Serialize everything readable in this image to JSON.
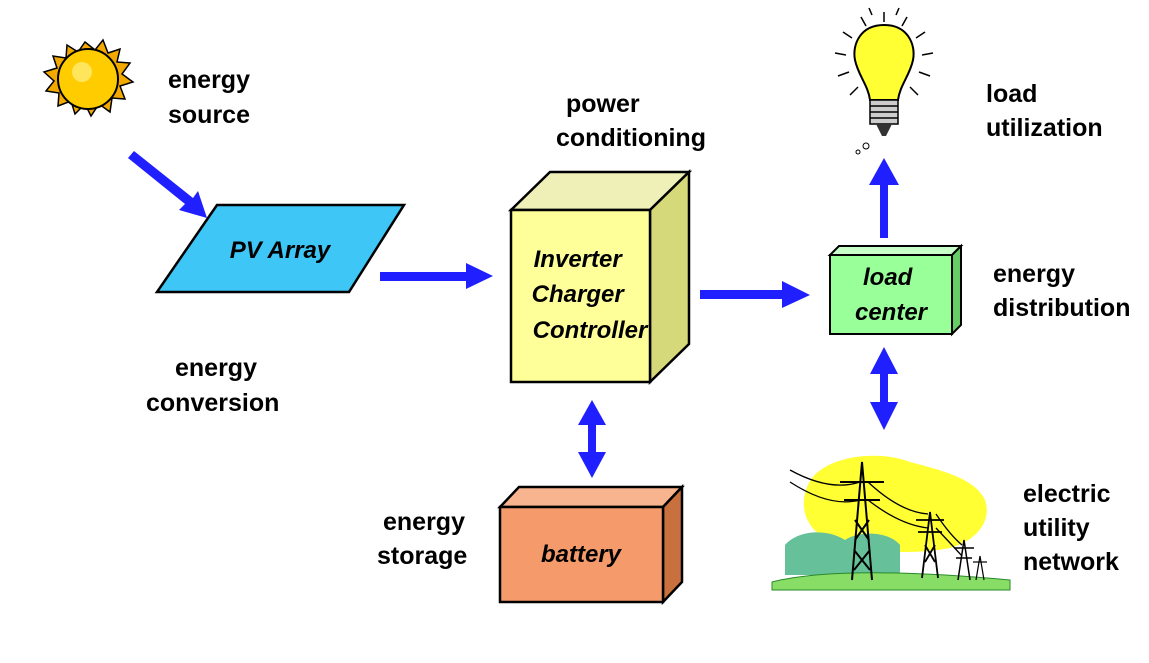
{
  "labels": {
    "energy_source": [
      "energy",
      "source"
    ],
    "energy_conversion": [
      "energy",
      "conversion"
    ],
    "power_conditioning": [
      "power",
      "conditioning"
    ],
    "energy_storage": [
      "energy",
      "storage"
    ],
    "load_utilization": [
      "load",
      "utilization"
    ],
    "energy_distribution": [
      "energy",
      "distribution"
    ],
    "electric_utility_network": [
      "electric",
      "utility",
      "network"
    ]
  },
  "blocks": {
    "pv_array": "PV Array",
    "inverter": [
      "Inverter",
      "Charger",
      "Controller"
    ],
    "load_center": [
      "load",
      "center"
    ],
    "battery": "battery"
  },
  "icons": {
    "sun": "sun-icon",
    "light_bulb": "light-bulb-icon",
    "power_lines": "power-lines-icon"
  },
  "colors": {
    "arrow": "#1f1fff",
    "pv_array": "#3ec6f7",
    "inverter_front": "#ffff99",
    "inverter_side": "#d6d97a",
    "load_center": "#99ff99",
    "battery_front": "#f59a6a",
    "battery_top": "#f8b48f",
    "sun": "#ffcc00",
    "bulb": "#ffff33"
  }
}
